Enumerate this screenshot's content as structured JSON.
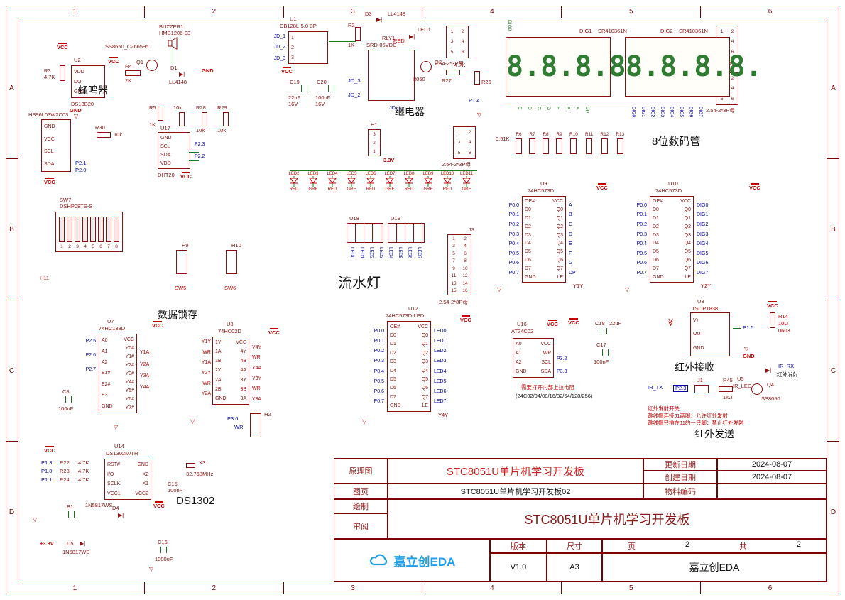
{
  "frame": {
    "cols": [
      "1",
      "2",
      "3",
      "4",
      "5",
      "6"
    ],
    "rows": [
      "A",
      "B",
      "C",
      "D"
    ]
  },
  "icons": {
    "gnd": "▽",
    "waves": "≫",
    "digit": "8."
  },
  "pwr": {
    "vcc": "VCC",
    "gnd": "GND"
  },
  "st": {
    "buzzer": "蜂鸣器",
    "latch": "数据锁存",
    "rtc": "DS1302",
    "relay": "继电器",
    "led": "流水灯",
    "display": "8位数码管",
    "ir_rx": "红外接收",
    "ir_tx": "红外发送"
  },
  "buzzer": {
    "u2": {
      "ref": "U2",
      "part": "DS18B20",
      "pins": [
        "VDD",
        "DQ",
        "GND"
      ]
    },
    "r3": {
      "ref": "R3",
      "val": "4.7K"
    },
    "bz": {
      "ref": "BUZZER1",
      "part": "HMB1206-03"
    },
    "q1": {
      "ref": "Q1",
      "part": "SS8650_C266595"
    },
    "r4": {
      "ref": "R4",
      "val": "2K"
    },
    "d1": {
      "ref": "D1",
      "part": "LL4148"
    },
    "r5": {
      "ref": "R5",
      "val": "1K"
    },
    "r28": {
      "ref": "R28",
      "val": "10k"
    },
    "r29": {
      "ref": "R29",
      "val": "10k"
    },
    "r30": {
      "ref": "R30",
      "val": "10k"
    },
    "r31": {
      "val": "10k"
    }
  },
  "sensors": {
    "mod": {
      "ref": "HS96L03W2C03",
      "pins": [
        "GND",
        "VCC",
        "SCL",
        "SDA"
      ],
      "nets": [
        "P2.1",
        "P2.0"
      ]
    },
    "u17": {
      "ref": "U17",
      "part": "DHT20",
      "pins": [
        "GND",
        "SCL",
        "SDA",
        "VDD"
      ],
      "nets": [
        "",
        "P2.3",
        "P2.2",
        ""
      ]
    }
  },
  "dip": {
    "ref": "SW7",
    "part": "DSHP08TS-S",
    "h": "H11",
    "nums": [
      "1",
      "2",
      "3",
      "4",
      "5",
      "6",
      "7",
      "8"
    ]
  },
  "jmp": {
    "h9": "H9",
    "h10": "H10",
    "sw5": "SW5",
    "sw6": "SW6"
  },
  "latch": {
    "u7": {
      "ref": "U7",
      "part": "74HC138D",
      "left": [
        "A0",
        "A1",
        "A2",
        "E1#",
        "E2#",
        "E3",
        "GND"
      ],
      "right": [
        "VCC",
        "Y0#",
        "Y1#",
        "Y2#",
        "Y3#",
        "Y4#",
        "Y5#",
        "Y6#",
        "Y7#"
      ],
      "left_nets": [
        "P2.5",
        "P2.6",
        "P2.7",
        "",
        "",
        "",
        ""
      ],
      "right_nets": [
        "",
        "",
        "Y1A",
        "Y2A",
        "Y3A",
        "Y4A",
        "",
        "",
        ""
      ]
    },
    "c8": {
      "ref": "C8",
      "val": "100nF"
    },
    "u8": {
      "ref": "U8",
      "part": "74HC02D",
      "left": [
        "1Y",
        "1A",
        "1B",
        "2Y",
        "2A",
        "2B",
        "GND"
      ],
      "right": [
        "VCC",
        "4Y",
        "4B",
        "4A",
        "3Y",
        "3B",
        "3A"
      ],
      "left_nets": [
        "Y1Y",
        "WR",
        "Y1A",
        "Y2Y",
        "WR",
        "Y2A",
        ""
      ],
      "right_nets": [
        "",
        "Y4Y",
        "WR",
        "Y4A",
        "Y3Y",
        "WR",
        "Y3A"
      ]
    },
    "h2": {
      "ref": "H2",
      "nets": [
        "P3.6",
        "WR"
      ]
    }
  },
  "rtc": {
    "u14": {
      "ref": "U14",
      "part": "DS1302M/TR",
      "left": [
        "RST#",
        "I/O",
        "SCLK",
        "VCC1"
      ],
      "right": [
        "GND",
        "X2",
        "X1",
        "VCC2"
      ]
    },
    "pulls": [
      {
        "ref": "R22",
        "val": "4.7K",
        "net": "P1.3"
      },
      {
        "ref": "R23",
        "val": "4.7K",
        "net": "P1.0"
      },
      {
        "ref": "R24",
        "val": "4.7K",
        "net": "P1.1"
      }
    ],
    "x3": {
      "ref": "X3",
      "val": "32.768MHz"
    },
    "c15": {
      "ref": "C15",
      "val": "100nF"
    },
    "b1": {
      "ref": "B1"
    },
    "d4": {
      "ref": "D4",
      "part": "1N5817WS"
    },
    "d5": {
      "ref": "D5",
      "part": "1N5817WS"
    },
    "c16": {
      "ref": "C16",
      "val": "1000uF"
    },
    "v33": "+3.3V"
  },
  "relay": {
    "u1": {
      "ref": "U1",
      "part": "DB128L-5.0-3P",
      "nets": [
        "JD_1",
        "JD_2",
        "JD_3"
      ],
      "nums": [
        "1",
        "2",
        "3"
      ]
    },
    "r2": {
      "ref": "R2",
      "val": "1K"
    },
    "d3": {
      "ref": "D3",
      "part": "LL4148"
    },
    "led1": {
      "ref": "LED1",
      "color": "RED"
    },
    "rly": {
      "ref": "RLY1",
      "part": "SRD-05VDC"
    },
    "c19": {
      "ref": "C19",
      "val": "22uF",
      "volt": "16V"
    },
    "c20": {
      "ref": "C20",
      "val": "100nF",
      "volt": "16V"
    },
    "q2": {
      "ref": "Q2",
      "part": "8050"
    },
    "r27": {
      "ref": "R27",
      "val": "4.7K"
    },
    "r26": {
      "ref": "R26"
    },
    "jd3": "JD_3",
    "jd2": "JD_2",
    "jd1": "JD_1",
    "p14": "P1.4",
    "h1": {
      "ref": "H1",
      "nums": [
        "3",
        "2",
        "1"
      ],
      "net": "3.3V"
    }
  },
  "conn6": {
    "label": "2.54-2*3P母",
    "nums": [
      "1",
      "2",
      "3",
      "4",
      "5",
      "6"
    ]
  },
  "ledrow": {
    "items": [
      {
        "ref": "LED2",
        "c": "RED"
      },
      {
        "ref": "LED3",
        "c": "GRE"
      },
      {
        "ref": "LED4",
        "c": "RED"
      },
      {
        "ref": "LED5",
        "c": "GRE"
      },
      {
        "ref": "LED6",
        "c": "RED"
      },
      {
        "ref": "LED7",
        "c": "GRE"
      },
      {
        "ref": "LED8",
        "c": "RED"
      },
      {
        "ref": "LED9",
        "c": "GRE"
      },
      {
        "ref": "LED10",
        "c": "RED"
      },
      {
        "ref": "LED11",
        "c": "GRE"
      }
    ],
    "u18": "U18",
    "u19": "U19",
    "nets": [
      "LED0",
      "LED1",
      "LED2",
      "LED3",
      "LED4",
      "LED5",
      "LED6",
      "LED7"
    ]
  },
  "j3": {
    "ref": "J3",
    "label": "2.54-2*8P母",
    "nums": [
      "1",
      "2",
      "3",
      "4",
      "5",
      "6",
      "7",
      "8",
      "9",
      "10",
      "11",
      "12",
      "13",
      "14",
      "15",
      "16"
    ]
  },
  "u12": {
    "ref": "U12",
    "part": "74HC573D-LED",
    "left": [
      "OE#",
      "D0",
      "D1",
      "D2",
      "D3",
      "D4",
      "D5",
      "D6",
      "D7",
      "GND"
    ],
    "right": [
      "VCC",
      "Q0",
      "Q1",
      "Q2",
      "Q3",
      "Q4",
      "Q5",
      "Q6",
      "Q7",
      "LE"
    ],
    "left_nets": [
      "",
      "P0.0",
      "P0.1",
      "P0.2",
      "P0.3",
      "P0.4",
      "P0.5",
      "P0.6",
      "P0.7",
      ""
    ],
    "right_nets": [
      "",
      "LED0",
      "LED1",
      "LED2",
      "LED3",
      "LED4",
      "LED5",
      "LED6",
      "LED7",
      ""
    ],
    "le_net": "Y4Y"
  },
  "eeprom": {
    "ref": "U16",
    "part": "AT24C02",
    "left": [
      "A0",
      "A1",
      "A2",
      "GND"
    ],
    "right": [
      "VCC",
      "WP",
      "SCL",
      "SDA"
    ],
    "right_nets": [
      "",
      "",
      "P3.2",
      "P3.3"
    ],
    "c17": {
      "ref": "C17",
      "val": "100nF"
    },
    "c18": {
      "ref": "C18",
      "val": "22uF"
    },
    "note_red": "需要打开内部上拉电阻",
    "note": "(24C02/04/08/16/32/64/128/256)"
  },
  "display": {
    "dig0": "DIG0",
    "dig1": {
      "ref": "DIG1",
      "part": "SR410361N"
    },
    "dig2": {
      "ref": "DIG2",
      "part": "SR410361N"
    },
    "rval": "0.51K",
    "res": [
      "R6",
      "R7",
      "R8",
      "R9",
      "R10",
      "R11",
      "R12",
      "R13"
    ],
    "segs": [
      "E",
      "D",
      "C",
      "G",
      "F",
      "B",
      "A",
      "DP"
    ],
    "digs": [
      "DIG0",
      "DIG1",
      "DIG2",
      "DIG3",
      "DIG4",
      "DIG5",
      "DIG6",
      "DIG7"
    ]
  },
  "u9": {
    "ref": "U9",
    "part": "74HC573D",
    "left": [
      "OE#",
      "D0",
      "D1",
      "D2",
      "D3",
      "D4",
      "D5",
      "D6",
      "D7",
      "GND"
    ],
    "right": [
      "VCC",
      "Q0",
      "Q1",
      "Q2",
      "Q3",
      "Q4",
      "Q5",
      "Q6",
      "Q7",
      "LE"
    ],
    "left_nets": [
      "",
      "P0.0",
      "P0.1",
      "P0.2",
      "P0.3",
      "P0.4",
      "P0.5",
      "P0.6",
      "P0.7",
      ""
    ],
    "right_nets": [
      "",
      "A",
      "B",
      "C",
      "D",
      "E",
      "F",
      "G",
      "DP",
      ""
    ],
    "le_net": "Y1Y"
  },
  "u10": {
    "ref": "U10",
    "part": "74HC573D",
    "left": [
      "OE#",
      "D0",
      "D1",
      "D2",
      "D3",
      "D4",
      "D5",
      "D6",
      "D7",
      "GND"
    ],
    "right": [
      "VCC",
      "Q0",
      "Q1",
      "Q2",
      "Q3",
      "Q4",
      "Q5",
      "Q6",
      "Q7",
      "LE"
    ],
    "left_nets": [
      "",
      "P0.0",
      "P0.1",
      "P0.2",
      "P0.3",
      "P0.4",
      "P0.5",
      "P0.6",
      "P0.7",
      ""
    ],
    "right_nets": [
      "",
      "DIG0",
      "DIG1",
      "DIG2",
      "DIG3",
      "DIG4",
      "DIG5",
      "DIG6",
      "DIG7",
      ""
    ],
    "le_net": "Y2Y"
  },
  "ir": {
    "u3": {
      "ref": "U3",
      "part": "TSOP1838",
      "pins": [
        "V+",
        "OUT",
        "GND"
      ],
      "net": "P1.5"
    },
    "r14": {
      "ref": "R14",
      "val": "10Ω",
      "pkg": "0603"
    },
    "u5": {
      "ref": "U5",
      "part": "IR_LED"
    },
    "ir_rx": "IR_RX",
    "fa": "红外发射",
    "ir_tx": "IR_TX",
    "p23": "P2.3",
    "j1": {
      "ref": "J1"
    },
    "r45": {
      "ref": "R45",
      "val": "1kΩ"
    },
    "q4": {
      "ref": "Q4",
      "part": "SS8050"
    },
    "notes": [
      "红外发射开关",
      "跳线帽连接J1两脚：允许红外发射",
      "跳线帽只插在J1的一只脚：禁止红外发射"
    ]
  },
  "tb": {
    "schematic": "原理图",
    "title": "STC8051U单片机学习开发板",
    "update_label": "更新日期",
    "update": "2024-08-07",
    "create_label": "创建日期",
    "create": "2024-08-07",
    "sheet_label": "图页",
    "sheet": "STC8051U单片机学习开发板02",
    "material_label": "物料编码",
    "draw": "绘制",
    "review": "审阅",
    "big_title": "STC8051U单片机学习开发板",
    "ver_label": "版本",
    "ver": "V1.0",
    "size_label": "尺寸",
    "size": "A3",
    "page_label": "页",
    "page": "2",
    "of_label": "共",
    "total": "2",
    "brand": "嘉立创EDA"
  }
}
